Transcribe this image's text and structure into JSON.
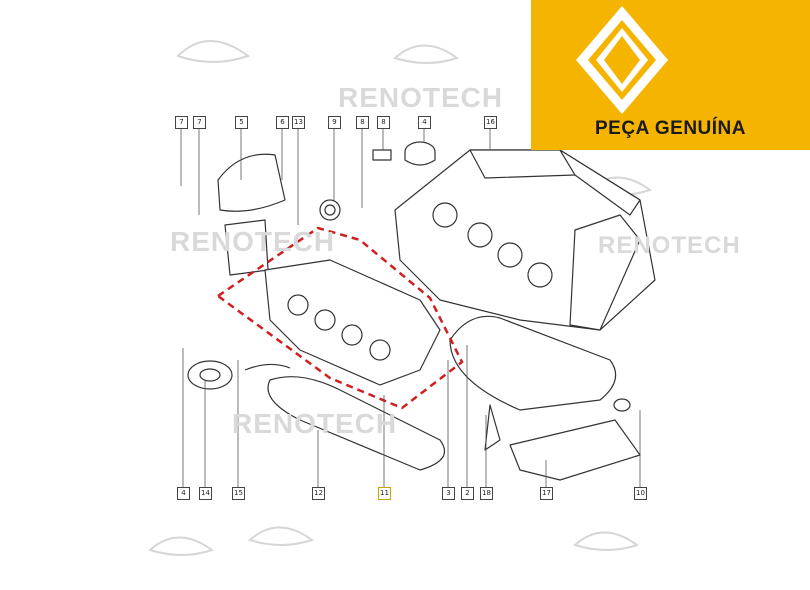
{
  "brand": {
    "badge_text": "PEÇA GENUÍNA",
    "logo_name": "renault-diamond-logo",
    "badge_color": "#f5b400"
  },
  "watermarks": [
    "RENOTECH",
    "RENOTECH",
    "RENOTECH",
    "RENOTECH"
  ],
  "callouts": [
    "7",
    "7",
    "5",
    "6",
    "13",
    "9",
    "8",
    "4",
    "16",
    "4",
    "14",
    "15",
    "12",
    "11",
    "3",
    "2",
    "18",
    "17",
    "10"
  ],
  "colors": {
    "highlight": "#d01f1f",
    "line": "#333333",
    "watermark": "#d9d9d9"
  }
}
